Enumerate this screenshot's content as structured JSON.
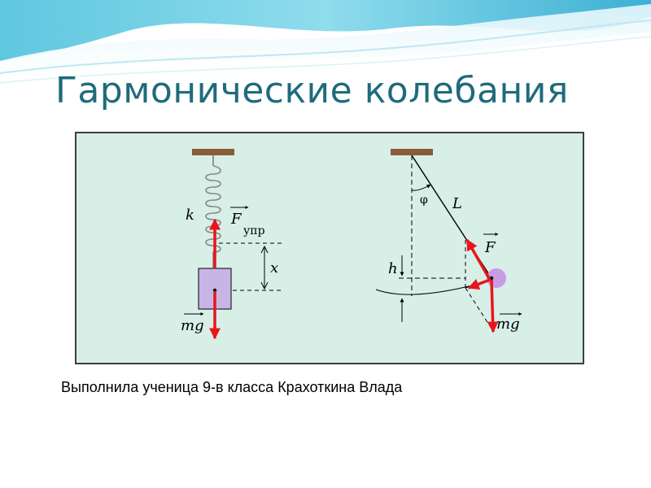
{
  "slide": {
    "title": "Гармонические колебания",
    "caption": "Выполнила ученица 9-в класса Крахоткина Влада"
  },
  "spring_diagram": {
    "k_label": "k",
    "force_symbol": "F",
    "force_subscript": "упр",
    "x_label": "x",
    "weight_label": "mg"
  },
  "pendulum_diagram": {
    "angle_label": "φ",
    "length_label": "L",
    "height_label": "h",
    "force_label": "F",
    "weight_label": "mg"
  },
  "colors": {
    "title": "#1f6b7c",
    "panel_background": "#d7efe6",
    "force_arrow": "#e8151c",
    "mass_block": "#c9b4e6",
    "bob": "#c99be3",
    "ceiling": "#8a5a3a"
  }
}
